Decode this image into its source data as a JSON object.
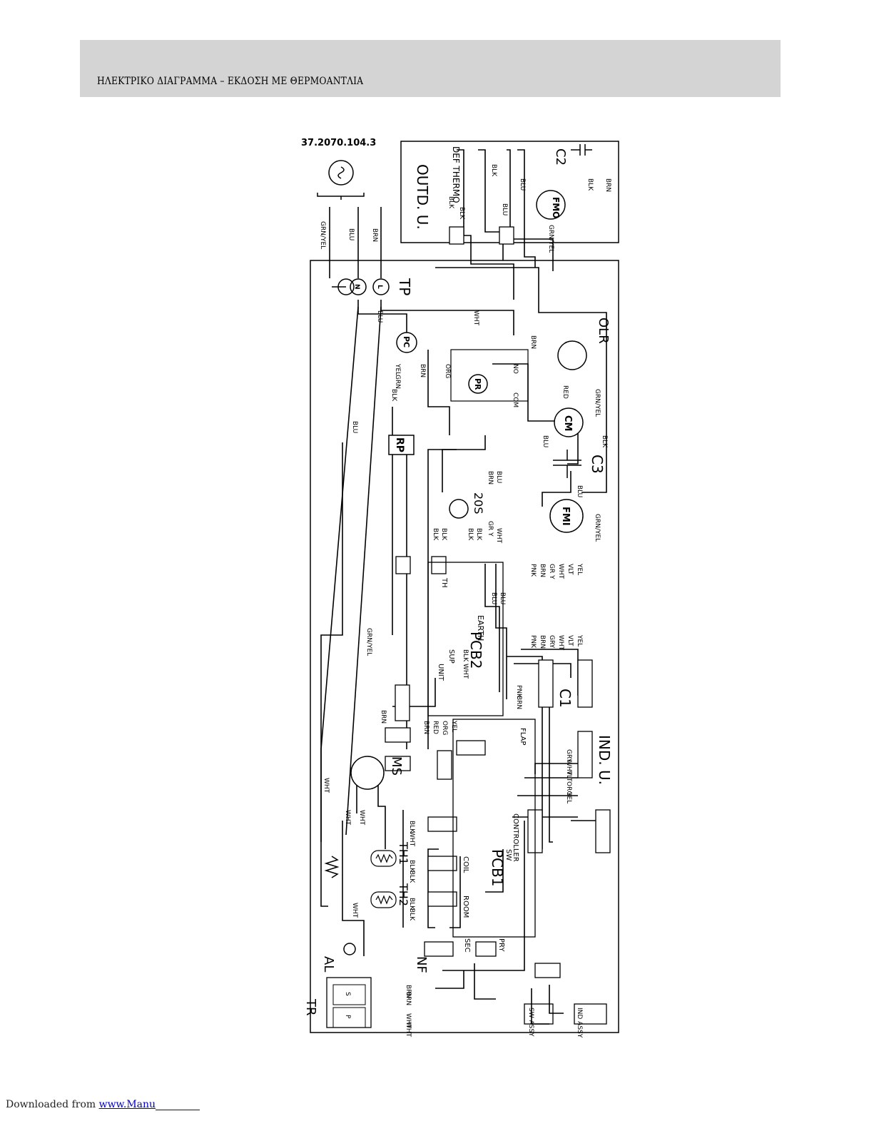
{
  "header": {
    "title": "ΗΛΕΚΤΡΙΚΟ ΔΙΑΓΡΑΜΜΑ – ΕΚΔΟΣΗ ΜΕ ΘΕΡΜΟΑΝΤΛΙΑ"
  },
  "diagram": {
    "drawing_number": "37.2070.104.3",
    "outdoor_unit": {
      "label": "OUTD. U.",
      "deftherm": "DEF THERMO",
      "fmo": "FMO",
      "c2": "C2"
    },
    "indoor_unit": {
      "label": "IND. U."
    },
    "components": {
      "tp": "TP",
      "pc": "PC",
      "pr": "PR",
      "olr": "OLR",
      "cm": "CM",
      "c3": "C3",
      "rp": "RP",
      "s20": "20S",
      "fmi": "FMI",
      "pcb2": "PCB2",
      "pcb1": "PCB1",
      "c1": "C1",
      "ms": "MS",
      "th1": "TH1",
      "th2": "TH2",
      "al": "AL",
      "nf": "NF",
      "tr": "TR",
      "sw_assy": "SW ASSY",
      "ind_assy": "IND ASSY",
      "earth": "EARTH",
      "unit": "UNIT",
      "sup": "SUP",
      "coil": "COIL",
      "room": "ROOM",
      "sec": "SEC",
      "pry": "PRY",
      "controller": "CONTROLLER",
      "sw": "SW",
      "flap": "FLAP",
      "th": "TH",
      "com": "COM",
      "no": "NO",
      "p": "P",
      "s": "S"
    },
    "wire_colors": {
      "grn_yel": "GRN/YEL",
      "blu": "BLU",
      "brn": "BRN",
      "blk": "BLK",
      "wht": "WHT",
      "org": "ORG",
      "red": "RED",
      "yel": "YEL",
      "gry": "GRY",
      "gr_y": "GR Y",
      "pnk": "PNK",
      "vlt": "VLT",
      "grn": "GRN"
    },
    "terminals": {
      "n": "N",
      "l": "L"
    }
  },
  "footer": {
    "prefix": "Downloaded from ",
    "link": "www.Manu"
  }
}
